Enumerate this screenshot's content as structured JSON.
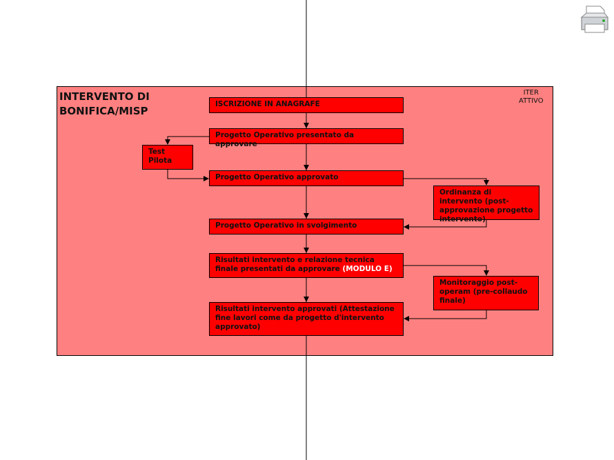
{
  "title": {
    "line1": "INTERVENTO DI",
    "line2": "BONIFICA/MISP"
  },
  "iter": {
    "line1": "ITER",
    "line2": "ATTIVO"
  },
  "steps": {
    "iscrizione": "ISCRIZIONE IN ANAGRAFE",
    "presentato": "Progetto Operativo presentato da approvare",
    "test_pilota_1": "Test",
    "test_pilota_2": "Pilota",
    "approvato": "Progetto Operativo approvato",
    "ordinanza": "Ordinanza di intervento (post-approvazione progetto intervento)",
    "svolgimento": "Progetto Operativo in svolgimento",
    "risultati_presentati": "Risultati intervento e relazione tecnica finale presentati da approvare ",
    "modulo": "(MODULO E)",
    "monitoraggio": "Monitoraggio post-operam (pre-collaudo finale)",
    "risultati_approvati": "Risultati intervento approvati (Attestazione fine lavori come da progetto d'intervento approvato)"
  },
  "colors": {
    "frame": "#ff8080",
    "box": "#ff0000"
  }
}
